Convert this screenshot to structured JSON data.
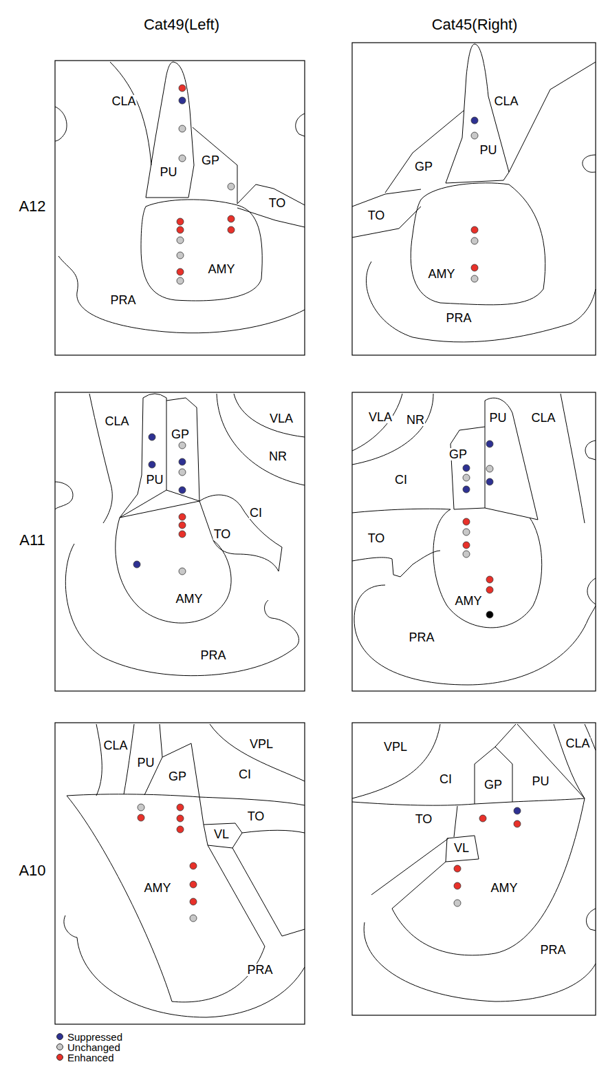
{
  "diagram": {
    "labels": [
      "Cat49(Left)",
      "Cat45(Right)",
      "A12",
      "CLA",
      "PU",
      "GP",
      "TO",
      "AMY",
      "PRA",
      "CLA",
      "PU",
      "GP",
      "TO",
      "AMY",
      "PRA",
      "A11",
      "CLA",
      "GP",
      "VLA",
      "NR",
      "PU",
      "CI",
      "TO",
      "AMY",
      "PRA",
      "VLA",
      "NR",
      "PU",
      "CLA",
      "GP",
      "CI",
      "TO",
      "AMY",
      "PRA",
      "A10",
      "CLA",
      "VPL",
      "PU",
      "CI",
      "GP",
      "TO",
      "VL",
      "AMY",
      "PRA",
      "VPL",
      "CLA",
      "CI",
      "GP",
      "PU",
      "TO",
      "VL",
      "AMY",
      "PRA"
    ],
    "legend": [
      {
        "text": "Suppressed",
        "color": "#2e3192"
      },
      {
        "text": "Unchanged",
        "color": "#c8c8c8"
      },
      {
        "text": "Enhanced",
        "color": "#e8312a"
      }
    ]
  }
}
